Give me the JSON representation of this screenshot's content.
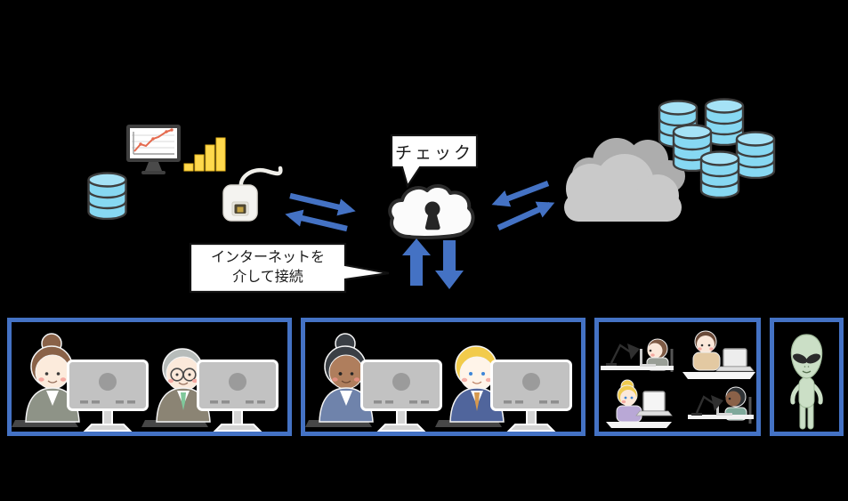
{
  "bubbles": {
    "check": "チェック",
    "internet_line1": "インターネットを",
    "internet_line2": "介して接続"
  },
  "colors": {
    "background": "#000000",
    "arrow_blue": "#4472C4",
    "panel_border_blue": "#4472C4",
    "database_blue": "#87D8F2",
    "bar_chart_yellow": "#FFD94D",
    "chart_line_orange": "#E56B4F",
    "cloud_back_gray": "#ADADAD",
    "cloud_front_gray": "#C9C9C9",
    "secure_cloud_white": "#FBFBFB",
    "keyhole_black": "#262626",
    "alien_green": "#CBDFC6"
  },
  "icons": {
    "left_cluster": [
      "database-icon",
      "monitor-line-chart-icon",
      "bar-chart-icon",
      "lan-adapter-icon"
    ],
    "center": [
      "secure-cloud-icon",
      "keyhole-icon",
      "upload-arrow-icon",
      "download-arrow-icon"
    ],
    "arrows": [
      "send-arrow-icon",
      "receive-arrow-icon",
      "fetch-arrow-icon",
      "return-arrow-icon"
    ],
    "right_cluster": [
      "cloud-storage-icon",
      "database-cluster-icon"
    ],
    "panels": [
      "office-workers-panel-1",
      "office-workers-panel-2",
      "remote-workers-panel",
      "alien-panel"
    ]
  }
}
